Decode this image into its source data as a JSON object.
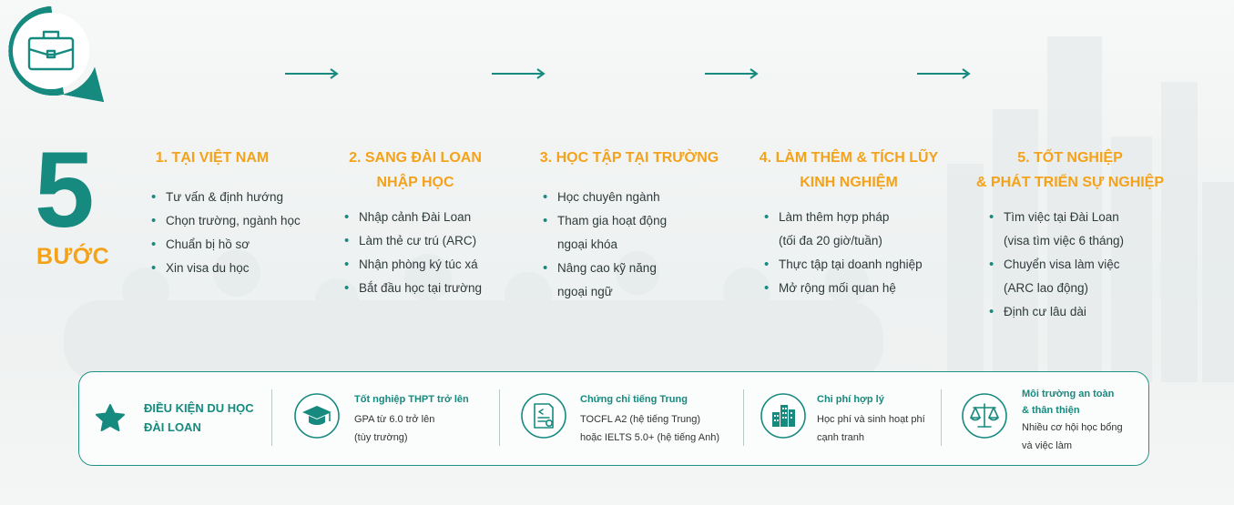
{
  "colors": {
    "teal": "#168a7f",
    "orange": "#f4a21a"
  },
  "hero": {
    "number": "5",
    "label": "BƯỚC"
  },
  "steps": [
    {
      "title": "1. TẠI VIỆT NAM",
      "icon": "government-building-flag-icon",
      "items": [
        "Tư vấn & định hướng",
        "Chọn trường, ngành học",
        "Chuẩn bị hồ sơ",
        "Xin visa du học"
      ]
    },
    {
      "title": "2. SANG ĐÀI LOAN\nNHẬP HỌC",
      "icon": "airplane-icon",
      "items": [
        "Nhập cảnh Đài Loan",
        "Làm thẻ cư trú (ARC)",
        "Nhận phòng ký túc xá",
        "Bắt đầu học tại trường"
      ]
    },
    {
      "title": "3. HỌC TẬP TẠI TRƯỜNG",
      "icon": "school-building-icon",
      "items": [
        "Học chuyên ngành",
        "Tham gia hoạt động",
        "ngoại khóa",
        "Nâng cao kỹ năng",
        "ngoại ngữ"
      ]
    },
    {
      "title": "4. LÀM THÊM & TÍCH LŨY\nKINH NGHIỆM",
      "icon": "contract-document-icon",
      "items": [
        "Làm thêm hợp pháp",
        "(tối đa 20 giờ/tuần)",
        "Thực tập tại doanh nghiệp",
        "Mở rộng mối quan hệ"
      ]
    },
    {
      "title": "5. TỐT NGHIỆP\n& PHÁT TRIỂN SỰ NGHIỆP",
      "icon": "briefcase-icon",
      "items": [
        "Tìm việc tại Đài Loan",
        "(visa tìm việc 6 tháng)",
        "Chuyển visa làm việc",
        "(ARC lao động)",
        "Định cư lâu dài"
      ]
    }
  ],
  "conditions": {
    "heading": "ĐIỀU KIỆN DU HỌC\nĐÀI LOAN",
    "items": [
      {
        "title": "Tốt nghiệp THPT trở lên",
        "desc": "GPA từ 6.0 trở lên\n(tùy trường)",
        "icon": "graduation-cap-icon"
      },
      {
        "title": "Chứng chỉ tiếng Trung",
        "desc": "TOCFL A2 (hệ tiếng Trung)\nhoặc IELTS 5.0+ (hệ tiếng Anh)",
        "icon": "certificate-document-icon"
      },
      {
        "title": "Chi phí hợp lý",
        "desc": "Học phí và sinh hoạt phí\ncạnh tranh",
        "icon": "city-buildings-icon"
      },
      {
        "title": "Môi trường an toàn\n& thân thiện",
        "desc": "Nhiều cơ hội học bổng\nvà việc làm",
        "icon": "balance-scale-icon"
      }
    ]
  }
}
